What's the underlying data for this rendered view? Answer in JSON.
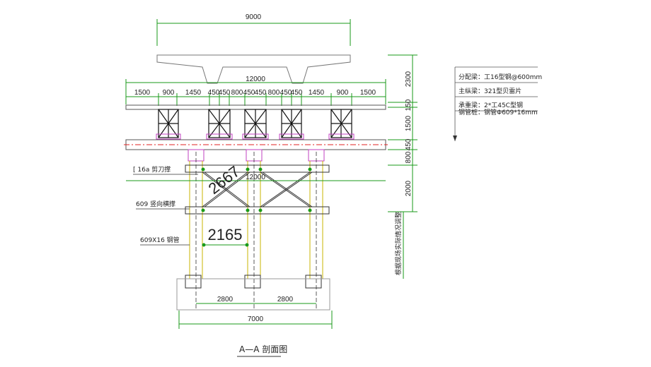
{
  "dims": {
    "top_width": "9000",
    "deck_width": "12000",
    "segments": [
      "1500",
      "900",
      "1450",
      "450",
      "450",
      "800",
      "450",
      "450",
      "800",
      "450",
      "450",
      "1450",
      "900",
      "1500"
    ],
    "cross_width": "12000",
    "right": [
      "2300",
      "150",
      "1500",
      "450",
      "800",
      "2000"
    ],
    "brace_len": "2667",
    "spacing": "2165",
    "pile_spacing": [
      "2800",
      "2800"
    ],
    "base_width": "7000"
  },
  "labels": {
    "brace": "[ 16a 剪刀撑",
    "tie": "609 竖向横撑",
    "pipe": "609X16 钢管",
    "side_note": "根据现场实际情况调整",
    "title": "A—A 剖面图"
  },
  "legend": [
    "分配梁：工16型钢@600mm",
    "主纵梁：321型贝雷片",
    "承重梁：2*工45C型钢",
    "钢管桩：钢管Φ609*16mm"
  ]
}
